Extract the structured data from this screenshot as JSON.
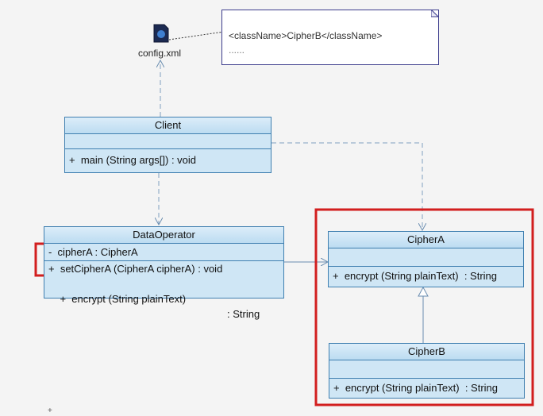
{
  "config_file": {
    "label": "config.xml",
    "icon": "xml-file-icon"
  },
  "note": {
    "line1": "<className>CipherB</className>",
    "line2": "......"
  },
  "classes": {
    "client": {
      "name": "Client",
      "operations": [
        "+  main (String args[]) : void"
      ]
    },
    "data_operator": {
      "name": "DataOperator",
      "attribute": "-  cipherA : CipherA",
      "operation1": "+  setCipherA (CipherA cipherA) : void",
      "operation2_sig": "+  encrypt (String plainText)",
      "operation2_type": ": String"
    },
    "cipher_a": {
      "name": "CipherA",
      "operation": "+  encrypt (String plainText)  : String"
    },
    "cipher_b": {
      "name": "CipherB",
      "operation": "+  encrypt (String plainText)  : String"
    }
  },
  "highlight_color": "#d21e1e",
  "class_border_color": "#3f7fb0",
  "corner_mark": "+"
}
